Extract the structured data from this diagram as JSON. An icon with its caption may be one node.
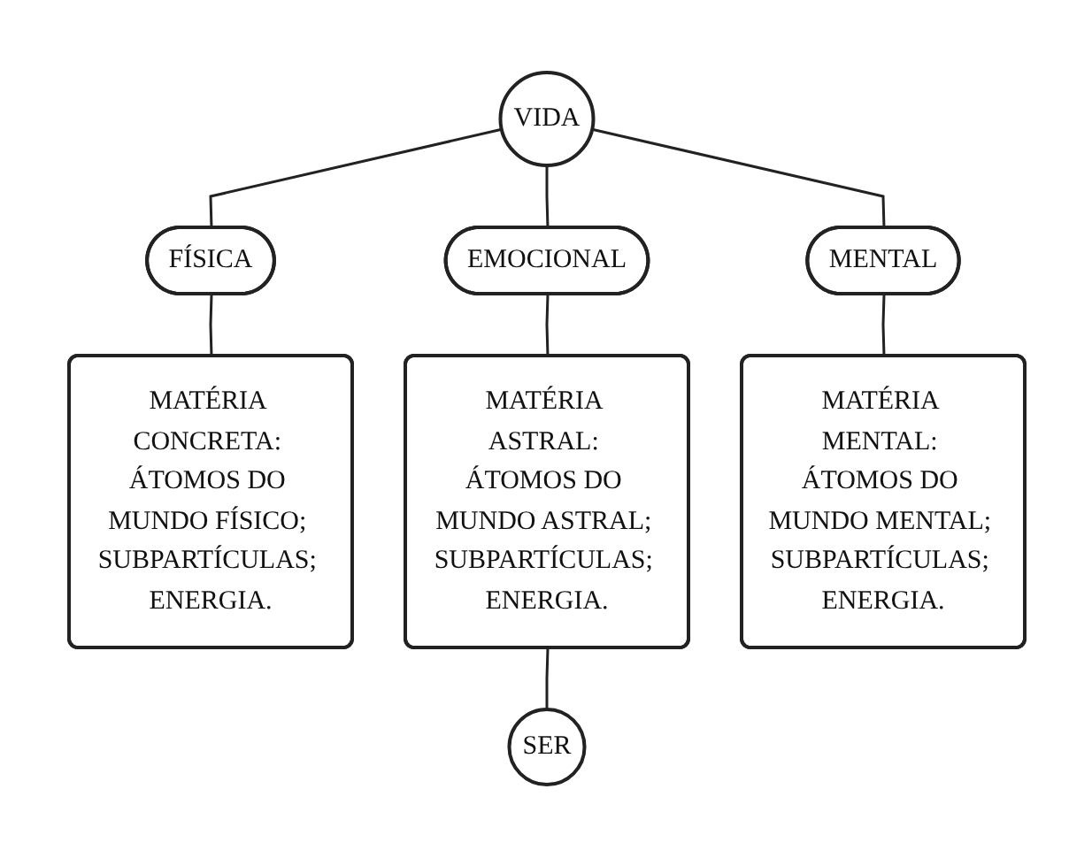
{
  "diagram": {
    "nodes": [
      {
        "text": [
          "VIDA"
        ]
      },
      {
        "text": [
          "FÍSICA"
        ]
      },
      {
        "text": [
          "EMOCIONAL"
        ]
      },
      {
        "text": [
          "MENTAL"
        ]
      },
      {
        "text": [
          "MATÉRIA CONCRETA: ÁTOMOS DO MUNDO FÍSICO; SUBPARTÍCULAS; ENERGIA."
        ]
      },
      {
        "text": [
          "MATÉRIA ASTRAL: ÁTOMOS DO MUNDO ASTRAL; SUBPARTÍCULAS; ENERGIA."
        ]
      },
      {
        "text": [
          "MATÉRIA MENTAL: ÁTOMOS DO MUNDO MENTAL; SUBPARTÍCULAS; ENERGIA."
        ]
      },
      {
        "text": [
          "SER"
        ]
      }
    ],
    "edges": [
      {
        "from": 0,
        "to": 1,
        "arrow": "none"
      },
      {
        "from": 0,
        "to": 2,
        "arrow": "none"
      },
      {
        "from": 0,
        "to": 3,
        "arrow": "none"
      },
      {
        "from": 1,
        "to": 4,
        "arrow": "none"
      },
      {
        "from": 2,
        "to": 5,
        "arrow": "none"
      },
      {
        "from": 3,
        "to": 6,
        "arrow": "none"
      },
      {
        "from": 5,
        "to": 7,
        "arrow": "none"
      }
    ]
  }
}
